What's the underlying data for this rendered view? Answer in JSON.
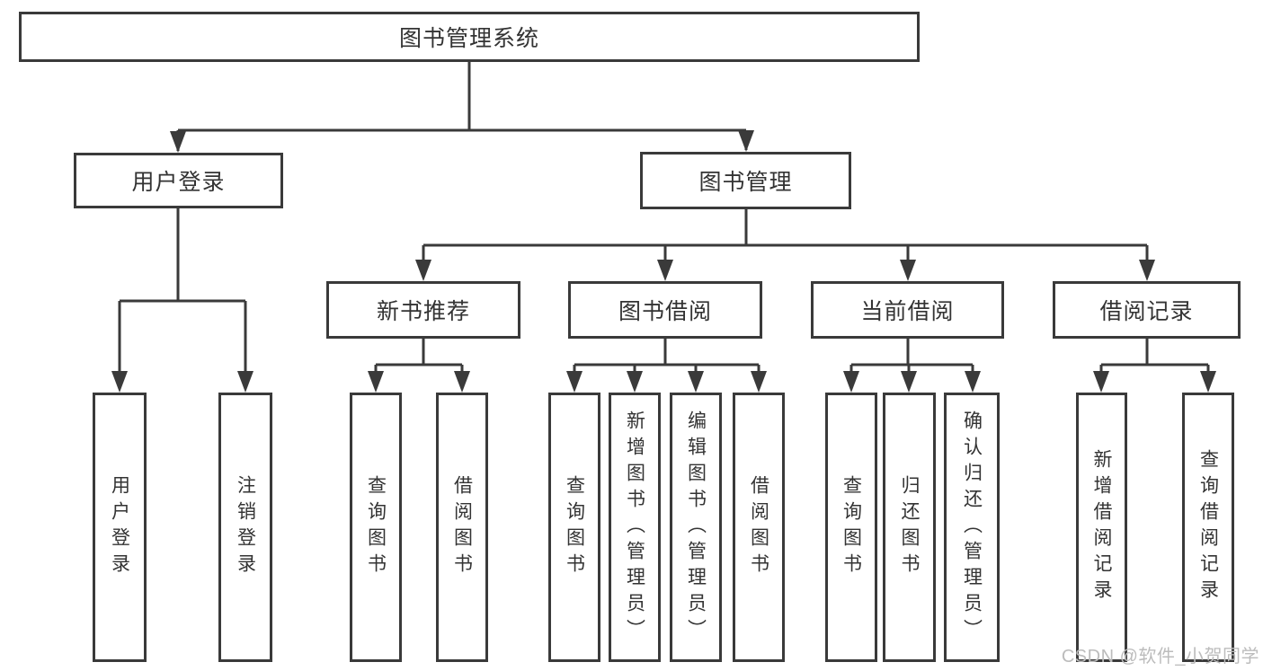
{
  "tree": {
    "root": {
      "label": "图书管理系统"
    },
    "level2": [
      {
        "label": "用户登录",
        "children": [
          {
            "label": "用户登录"
          },
          {
            "label": "注销登录"
          }
        ]
      },
      {
        "label": "图书管理",
        "children": [
          {
            "label": "新书推荐",
            "children": [
              {
                "label": "查询图书"
              },
              {
                "label": "借阅图书"
              }
            ]
          },
          {
            "label": "图书借阅",
            "children": [
              {
                "label": "查询图书"
              },
              {
                "label": "新增图书（管理员）"
              },
              {
                "label": "编辑图书（管理员）"
              },
              {
                "label": "借阅图书"
              }
            ]
          },
          {
            "label": "当前借阅",
            "children": [
              {
                "label": "查询图书"
              },
              {
                "label": "归还图书"
              },
              {
                "label": "确认归还（管理员）"
              }
            ]
          },
          {
            "label": "借阅记录",
            "children": [
              {
                "label": "新增借阅记录"
              },
              {
                "label": "查询借阅记录"
              }
            ]
          }
        ]
      }
    ]
  },
  "watermark": {
    "text": "CSDN @软件_小贺同学"
  },
  "colors": {
    "line": "#3a3a3a",
    "text": "#333333",
    "watermark": "#bcbcbc",
    "bg": "#ffffff"
  }
}
